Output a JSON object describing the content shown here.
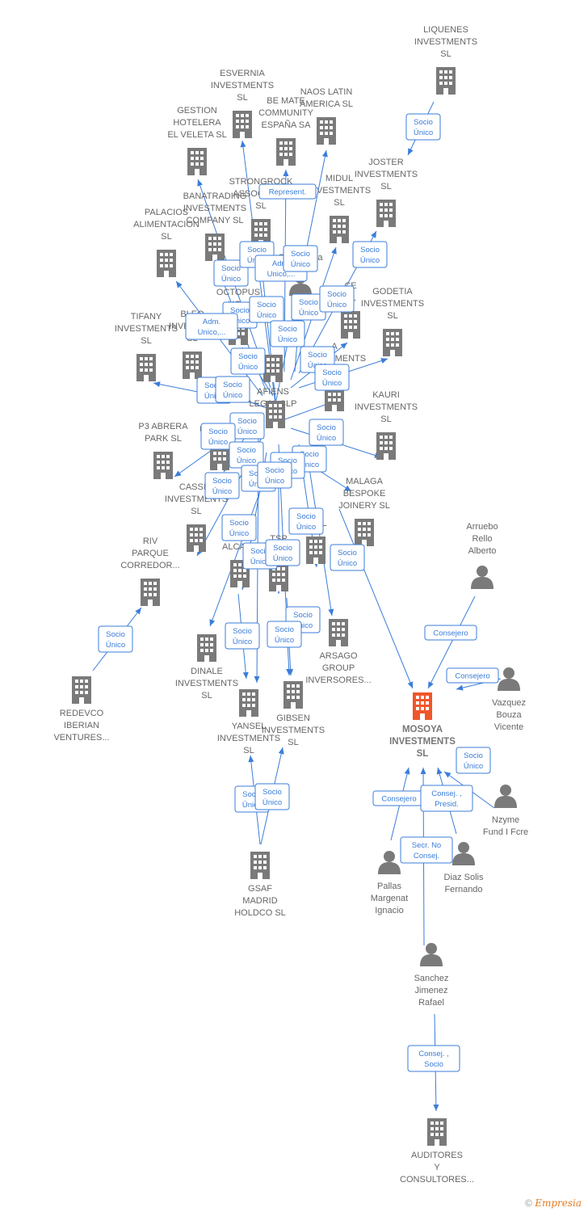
{
  "colors": {
    "edge": "#3b7dd8",
    "company": "#7a7a7a",
    "focus": "#f0562a",
    "person": "#7a7a7a"
  },
  "focus_company": {
    "label": [
      "MOSOYA",
      "INVESTMENTS",
      "SL"
    ]
  },
  "footer": {
    "copyright": "©",
    "brand": "Empresia"
  },
  "nodes": [
    {
      "id": "liquenes",
      "type": "company",
      "label": [
        "LIQUENES",
        "INVESTMENTS",
        "SL"
      ]
    },
    {
      "id": "esvernia",
      "type": "company",
      "label": [
        "ESVERNIA",
        "INVESTMENTS",
        "SL"
      ]
    },
    {
      "id": "naos",
      "type": "company",
      "label": [
        "NAOS LATIN",
        "AMERICA  SL"
      ]
    },
    {
      "id": "bemate",
      "type": "company",
      "label": [
        "BE MATE",
        "COMMUNITY",
        "ESPAÑA SA"
      ]
    },
    {
      "id": "gestion",
      "type": "company",
      "label": [
        "GESTION",
        "HOTELERA",
        "EL VELETA  SL"
      ]
    },
    {
      "id": "joster",
      "type": "company",
      "label": [
        "JOSTER",
        "INVESTMENTS",
        "SL"
      ]
    },
    {
      "id": "strongrock",
      "type": "company",
      "label": [
        "STRONGROCK",
        "ASSOCIATES",
        "SL"
      ]
    },
    {
      "id": "midul",
      "type": "company",
      "label": [
        "MIDUL",
        "INVESTMENTS",
        "SL"
      ]
    },
    {
      "id": "banatrading",
      "type": "company",
      "label": [
        "BANATRADING",
        "INVESTMENTS",
        "COMPANY  SL"
      ]
    },
    {
      "id": "palacios",
      "type": "company",
      "label": [
        "PALACIOS",
        "ALIMENTACION",
        "SL"
      ]
    },
    {
      "id": "salamanca",
      "type": "person",
      "label": [
        "Salamanca"
      ]
    },
    {
      "id": "octopus",
      "type": "company",
      "label": [
        "B",
        "OCTOPUS",
        "HO..."
      ]
    },
    {
      "id": "ce",
      "type": "company",
      "label": [
        "CE",
        "SL"
      ]
    },
    {
      "id": "godetia",
      "type": "company",
      "label": [
        "GODETIA",
        "INVESTMENTS",
        "SL"
      ]
    },
    {
      "id": "tifany",
      "type": "company",
      "label": [
        "TIFANY",
        "INVESTMENTS",
        "SL"
      ]
    },
    {
      "id": "bleq",
      "type": "company",
      "label": [
        "BLEQ",
        "INVESTM...",
        "SL"
      ]
    },
    {
      "id": "afiens",
      "type": "company",
      "label": [
        "AFIENS",
        "LEGAL  SLP"
      ]
    },
    {
      "id": "kauri",
      "type": "company",
      "label": [
        "KAURI",
        "INVESTMENTS",
        "SL"
      ]
    },
    {
      "id": "ainvest",
      "type": "company",
      "label": [
        "A",
        "INVESTMENTS",
        "SL"
      ]
    },
    {
      "id": "upaga",
      "type": "company",
      "label": [
        "UP AGA..."
      ]
    },
    {
      "id": "p3abrera",
      "type": "company",
      "label": [
        "P3 ABRERA",
        "PARK  SL"
      ]
    },
    {
      "id": "cassi",
      "type": "company",
      "label": [
        "CASSI...",
        "INVESTMENTS",
        "SL"
      ]
    },
    {
      "id": "malaga",
      "type": "company",
      "label": [
        "MALAGA",
        "BESPOKE",
        "JOINERY  SL"
      ]
    },
    {
      "id": "tsp",
      "type": "company",
      "label": [
        "TSP",
        "MADRID..."
      ]
    },
    {
      "id": "ri",
      "type": "company",
      "label": [
        "RI  SL"
      ]
    },
    {
      "id": "alcal",
      "type": "company",
      "label": [
        "ALCAL..."
      ]
    },
    {
      "id": "riv",
      "type": "company",
      "label": [
        "RIV",
        "PARQUE",
        "CORREDOR..."
      ]
    },
    {
      "id": "arruebo",
      "type": "person",
      "label": [
        "Arruebo",
        "Rello",
        "Alberto"
      ]
    },
    {
      "id": "arsago",
      "type": "company",
      "label": [
        "ARSAGO",
        "GROUP",
        "INVERSORES..."
      ]
    },
    {
      "id": "dinale",
      "type": "company",
      "label": [
        "DINALE",
        "INVESTMENTS",
        "SL"
      ]
    },
    {
      "id": "vazquez",
      "type": "person",
      "label": [
        "Vazquez",
        "Bouza",
        "Vicente"
      ]
    },
    {
      "id": "redevco",
      "type": "company",
      "label": [
        "REDEVCO",
        "IBERIAN",
        "VENTURES..."
      ]
    },
    {
      "id": "gibsen",
      "type": "company",
      "label": [
        "GIBSEN",
        "INVESTMENTS",
        "SL"
      ]
    },
    {
      "id": "yansel",
      "type": "company",
      "label": [
        "YANSEL",
        "INVESTMENTS",
        "SL"
      ]
    },
    {
      "id": "nzyme",
      "type": "person",
      "label": [
        "Nzyme",
        "Fund I Fcre"
      ]
    },
    {
      "id": "pallas",
      "type": "person",
      "label": [
        "Pallas",
        "Margenat",
        "Ignacio"
      ]
    },
    {
      "id": "diaz",
      "type": "person",
      "label": [
        "Diaz Solis",
        "Fernando"
      ]
    },
    {
      "id": "gsaf",
      "type": "company",
      "label": [
        "GSAF",
        "MADRID",
        "HOLDCO  SL"
      ]
    },
    {
      "id": "sanchez",
      "type": "person",
      "label": [
        "Sanchez",
        "Jimenez",
        "Rafael"
      ]
    },
    {
      "id": "auditores",
      "type": "company",
      "label": [
        "AUDITORES",
        "Y",
        "CONSULTORES..."
      ]
    },
    {
      "id": "hub",
      "type": "company",
      "label": []
    }
  ],
  "relations": [
    {
      "id": "r1",
      "lines": [
        "Socio",
        "Único"
      ]
    },
    {
      "id": "r2",
      "lines": [
        "Represent."
      ]
    },
    {
      "id": "r3",
      "lines": [
        "Socio",
        "Único"
      ]
    },
    {
      "id": "r4",
      "lines": [
        "Socio",
        "Único"
      ]
    },
    {
      "id": "r5",
      "lines": [
        "Adm.",
        "Unico,..."
      ]
    },
    {
      "id": "r6",
      "lines": [
        "Socio",
        "Único"
      ]
    },
    {
      "id": "r7",
      "lines": [
        "Socio",
        "Único"
      ]
    },
    {
      "id": "r8",
      "lines": [
        "Socio",
        "Único"
      ]
    },
    {
      "id": "r9",
      "lines": [
        "Socio",
        "Único"
      ]
    },
    {
      "id": "r10",
      "lines": [
        "Socio",
        "Único"
      ]
    },
    {
      "id": "r11",
      "lines": [
        "Socio",
        "Único"
      ]
    },
    {
      "id": "r12",
      "lines": [
        "Socio",
        "Único"
      ]
    },
    {
      "id": "r13",
      "lines": [
        "Adm.",
        "Unico,..."
      ]
    },
    {
      "id": "r14",
      "lines": [
        "Socio",
        "Único"
      ]
    },
    {
      "id": "r15",
      "lines": [
        "Socio",
        "Único"
      ]
    },
    {
      "id": "r16",
      "lines": [
        "Socio",
        "Único"
      ]
    },
    {
      "id": "r17",
      "lines": [
        "Socio",
        "Único"
      ]
    },
    {
      "id": "r18",
      "lines": [
        "Socio",
        "Único"
      ]
    },
    {
      "id": "r19",
      "lines": [
        "Socio",
        "Único"
      ]
    },
    {
      "id": "r20",
      "lines": [
        "Socio",
        "Único"
      ]
    },
    {
      "id": "r21",
      "lines": [
        "Socio",
        "Único"
      ]
    },
    {
      "id": "r22",
      "lines": [
        "Socio",
        "Único"
      ]
    },
    {
      "id": "r23",
      "lines": [
        "Socio",
        "Único"
      ]
    },
    {
      "id": "r24",
      "lines": [
        "Socio",
        "Único"
      ]
    },
    {
      "id": "r25",
      "lines": [
        "Socio",
        "Único"
      ]
    },
    {
      "id": "r26",
      "lines": [
        "Socio",
        "Único"
      ]
    },
    {
      "id": "r27",
      "lines": [
        "Socio",
        "Único"
      ]
    },
    {
      "id": "r28",
      "lines": [
        "Socio",
        "Único"
      ]
    },
    {
      "id": "r29",
      "lines": [
        "Socio",
        "Único"
      ]
    },
    {
      "id": "r30",
      "lines": [
        "Socio",
        "Único"
      ]
    },
    {
      "id": "r31",
      "lines": [
        "Socio",
        "Único"
      ]
    },
    {
      "id": "r32",
      "lines": [
        "Socio",
        "Único"
      ]
    },
    {
      "id": "r33",
      "lines": [
        "Socio",
        "Único"
      ]
    },
    {
      "id": "r34",
      "lines": [
        "Socio",
        "Único"
      ]
    },
    {
      "id": "r35",
      "lines": [
        "Socio",
        "Único"
      ]
    },
    {
      "id": "r36",
      "lines": [
        "Socio",
        "Único"
      ]
    },
    {
      "id": "r37",
      "lines": [
        "Socio",
        "Único"
      ]
    },
    {
      "id": "r38",
      "lines": [
        "Socio",
        "Único"
      ]
    },
    {
      "id": "r39",
      "lines": [
        "Consejero"
      ]
    },
    {
      "id": "r40",
      "lines": [
        "Consejero"
      ]
    },
    {
      "id": "r41",
      "lines": [
        "Socio",
        "Único"
      ]
    },
    {
      "id": "r42",
      "lines": [
        "Consejero"
      ]
    },
    {
      "id": "r43",
      "lines": [
        "Consej. ,",
        "Presid."
      ]
    },
    {
      "id": "r44",
      "lines": [
        "Secr.  No",
        "Consej."
      ]
    },
    {
      "id": "r45",
      "lines": [
        "Consej. ,",
        "Socio"
      ]
    }
  ]
}
